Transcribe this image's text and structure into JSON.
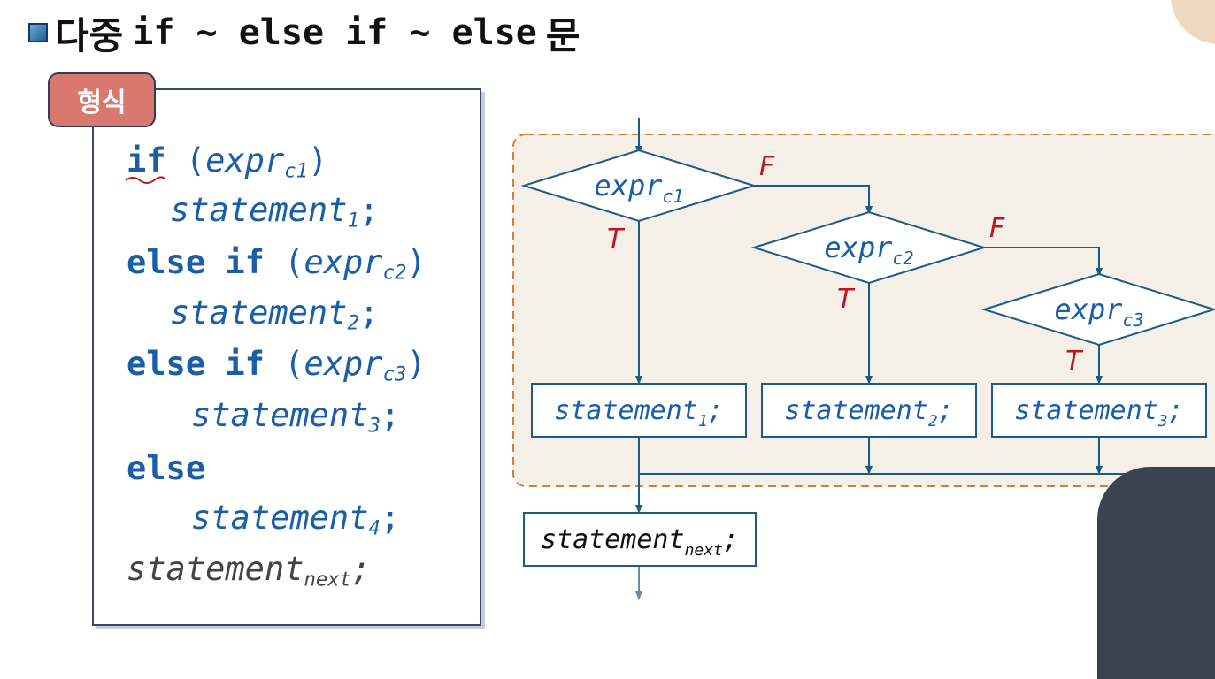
{
  "title": {
    "prefix": "다중",
    "code": "if ~ else if ~ else",
    "suffix": "문"
  },
  "badge": "형식",
  "code": {
    "kw_if": "if",
    "paren_open": "(",
    "paren_close": ")",
    "expr": "expr",
    "c1": "c1",
    "c2": "c2",
    "c3": "c3",
    "statement": "statement",
    "n1": "1",
    "n2": "2",
    "n3": "3",
    "n4": "4",
    "semi": ";",
    "kw_else_if": "else if",
    "kw_else": "else",
    "next": "next"
  },
  "flow": {
    "expr": "expr",
    "c1": "c1",
    "c2": "c2",
    "c3": "c3",
    "true_label": "T",
    "false_label": "F",
    "statement": "statement",
    "n1": "1",
    "n2": "2",
    "n3": "3",
    "semi": ";",
    "next": "next"
  },
  "colors": {
    "code_blue": "#1a5ea8",
    "flow_line": "#1d5a84",
    "label_red": "#c0141e",
    "region_fill": "#f4efe7",
    "region_border": "#e07a2b",
    "badge": "#d9786f"
  }
}
